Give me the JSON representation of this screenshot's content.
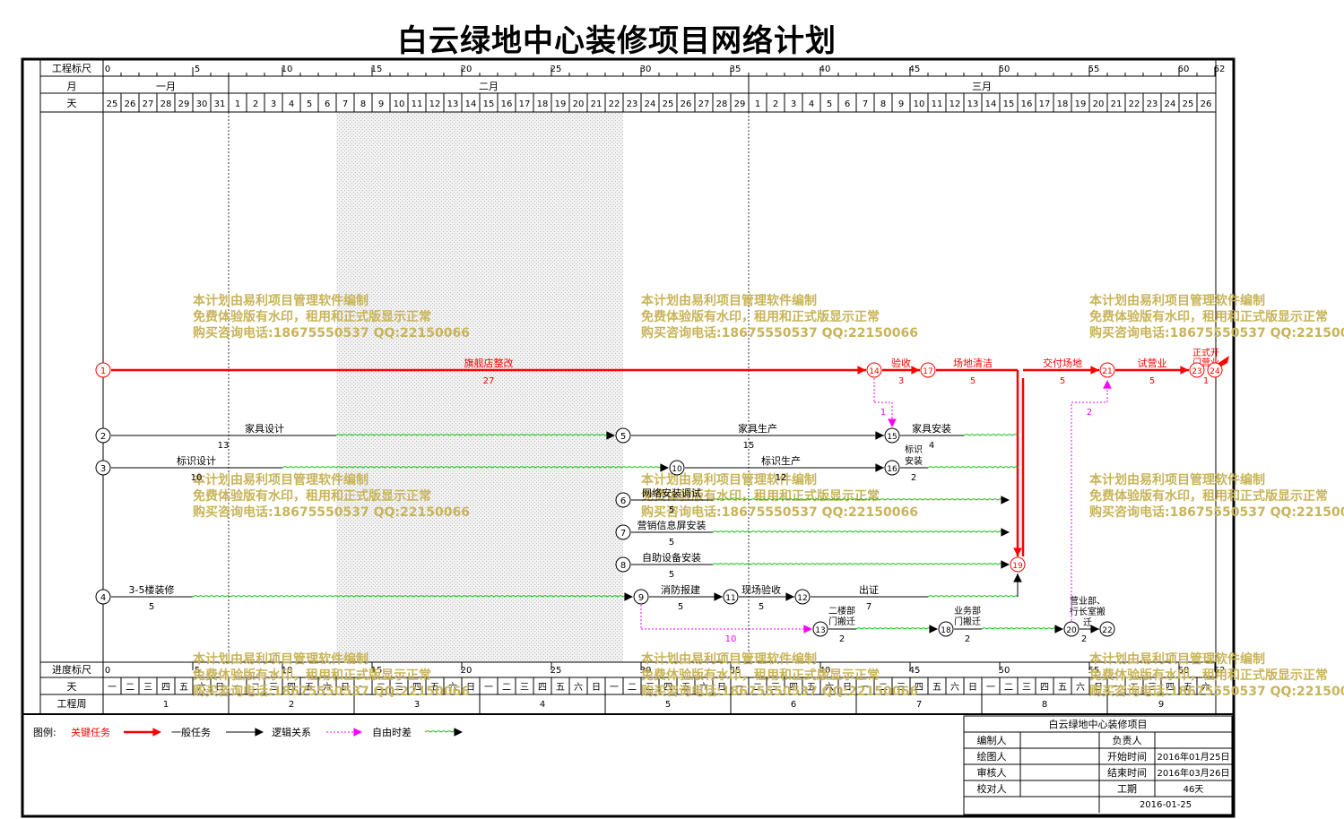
{
  "title": "白云绿地中心装修项目网络计划",
  "header": {
    "scale_label": "工程标尺",
    "month_label": "月",
    "day_label": "天",
    "scale_ticks": [
      "0",
      "5",
      "10",
      "15",
      "20",
      "25",
      "30",
      "35",
      "40",
      "45",
      "50",
      "55",
      "60",
      "62"
    ],
    "months": [
      "一月",
      "二月",
      "三月"
    ],
    "days": [
      "25",
      "26",
      "27",
      "28",
      "29",
      "30",
      "31",
      "1",
      "2",
      "3",
      "4",
      "5",
      "6",
      "7",
      "8",
      "9",
      "10",
      "11",
      "12",
      "13",
      "14",
      "15",
      "16",
      "17",
      "18",
      "19",
      "20",
      "21",
      "22",
      "23",
      "24",
      "25",
      "26",
      "27",
      "28",
      "29",
      "1",
      "2",
      "3",
      "4",
      "5",
      "6",
      "7",
      "8",
      "9",
      "10",
      "11",
      "12",
      "13",
      "14",
      "15",
      "16",
      "17",
      "18",
      "19",
      "20",
      "21",
      "22",
      "23",
      "24",
      "25",
      "26"
    ]
  },
  "footer": {
    "scale_label": "进度标尺",
    "day_label": "天",
    "week_label": "工程周",
    "scale_ticks": [
      "0",
      "5",
      "10",
      "15",
      "20",
      "25",
      "30",
      "35",
      "40",
      "45",
      "50",
      "55",
      "60",
      "62"
    ],
    "weekdays": [
      "一",
      "二",
      "三",
      "四",
      "五",
      "六",
      "日",
      "一",
      "二",
      "三",
      "四",
      "五",
      "六",
      "日",
      "一",
      "二",
      "三",
      "四",
      "五",
      "六",
      "日",
      "一",
      "二",
      "三",
      "四",
      "五",
      "六",
      "日",
      "一",
      "二",
      "三",
      "四",
      "五",
      "六",
      "日",
      "一",
      "二",
      "三",
      "四",
      "五",
      "六",
      "日",
      "一",
      "二",
      "三",
      "四",
      "五",
      "六",
      "日",
      "一",
      "二",
      "三",
      "四",
      "五",
      "六",
      "日",
      "一",
      "二",
      "三",
      "四",
      "五",
      "六"
    ],
    "weeks": [
      "1",
      "2",
      "3",
      "4",
      "5",
      "6",
      "7",
      "8",
      "9"
    ]
  },
  "network": {
    "nodes": [
      "1",
      "2",
      "3",
      "4",
      "5",
      "6",
      "7",
      "8",
      "9",
      "10",
      "11",
      "12",
      "13",
      "14",
      "15",
      "16",
      "17",
      "18",
      "19",
      "20",
      "21",
      "22",
      "23",
      "24"
    ],
    "critical_tasks": [
      {
        "name": "旗舰店整改",
        "duration": "27"
      },
      {
        "name": "验收",
        "duration": "3"
      },
      {
        "name": "场地清洁",
        "duration": "5"
      },
      {
        "name": "交付场地",
        "duration": "5"
      },
      {
        "name": "试营业",
        "duration": "5"
      },
      {
        "name": "正式开门营业",
        "duration": "1"
      }
    ],
    "normal_tasks": [
      {
        "name": "家具设计",
        "duration": "13"
      },
      {
        "name": "家具生产",
        "duration": "15"
      },
      {
        "name": "家具安装",
        "duration": "4"
      },
      {
        "name": "标识设计",
        "duration": "10"
      },
      {
        "name": "标识生产",
        "duration": "12"
      },
      {
        "name": "标识安装",
        "duration": "2"
      },
      {
        "name": "网络安装调试",
        "duration": "5"
      },
      {
        "name": "营销信息屏安装",
        "duration": "5"
      },
      {
        "name": "自助设备安装",
        "duration": "5"
      },
      {
        "name": "3-5楼装修",
        "duration": "5"
      },
      {
        "name": "消防报建",
        "duration": "5"
      },
      {
        "name": "现场验收",
        "duration": "5"
      },
      {
        "name": "出证",
        "duration": "7"
      },
      {
        "name": "二楼部门搬迁",
        "duration": "2"
      },
      {
        "name": "业务部门搬迁",
        "duration": "2"
      },
      {
        "name": "营业部、行长室搬迁",
        "duration": "2"
      }
    ],
    "dependency_labels": [
      "1",
      "10",
      "2"
    ]
  },
  "watermark": [
    "本计划由易利项目管理软件编制",
    "免费体验版有水印，租用和正式版显示正常",
    "购买咨询电话:18675550537 QQ:22150066"
  ],
  "legend": {
    "label": "图例:",
    "critical": "关键任务",
    "normal": "一般任务",
    "logic": "逻辑关系",
    "free_float": "自由时差"
  },
  "info_table": {
    "project": "白云绿地中心装修项目",
    "editor_label": "编制人",
    "editor": "",
    "owner_label": "负责人",
    "owner": "",
    "drawer_label": "绘图人",
    "drawer": "",
    "start_label": "开始时间",
    "start": "2016年01月25日",
    "reviewer_label": "审核人",
    "reviewer": "",
    "end_label": "结束时间",
    "end": "2016年03月26日",
    "checker_label": "校对人",
    "checker": "",
    "duration_label": "工期",
    "duration": "46天",
    "date": "2016-01-25"
  },
  "colors": {
    "critical": "#ff0000",
    "normal": "#000000",
    "logic": "#ff00ff",
    "float": "#00c000",
    "watermark": "#c8b45a",
    "nonwork": "#e6e6e6"
  }
}
